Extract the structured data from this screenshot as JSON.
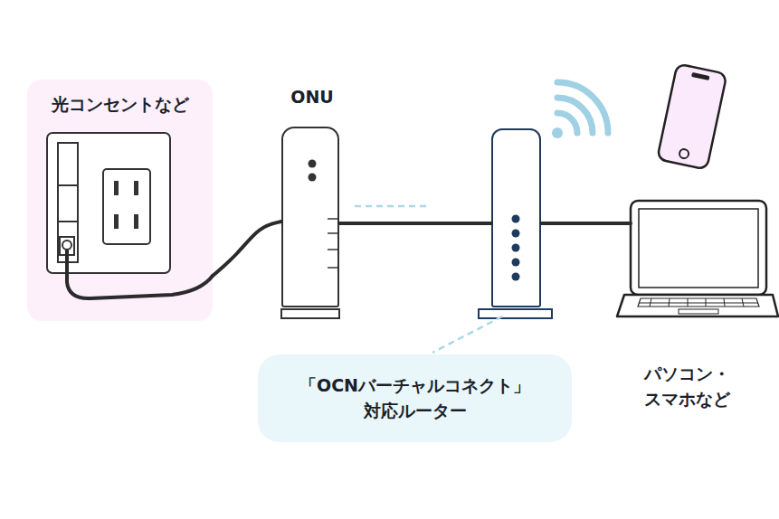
{
  "diagram": {
    "nodes": [
      {
        "text": [
          "光コンセントなど"
        ]
      },
      {
        "text": [
          "ONU"
        ]
      },
      {
        "text": [
          "「OCNバーチャルコネクト」 対応ルーター"
        ]
      },
      {
        "text": [
          "パソコン・ スマホなど"
        ]
      }
    ],
    "edges": [
      {
        "from": 0,
        "to": 1,
        "arrow": "none"
      },
      {
        "from": 1,
        "to": 2,
        "arrow": "none"
      },
      {
        "from": 2,
        "to": 3,
        "arrow": "none"
      }
    ]
  }
}
